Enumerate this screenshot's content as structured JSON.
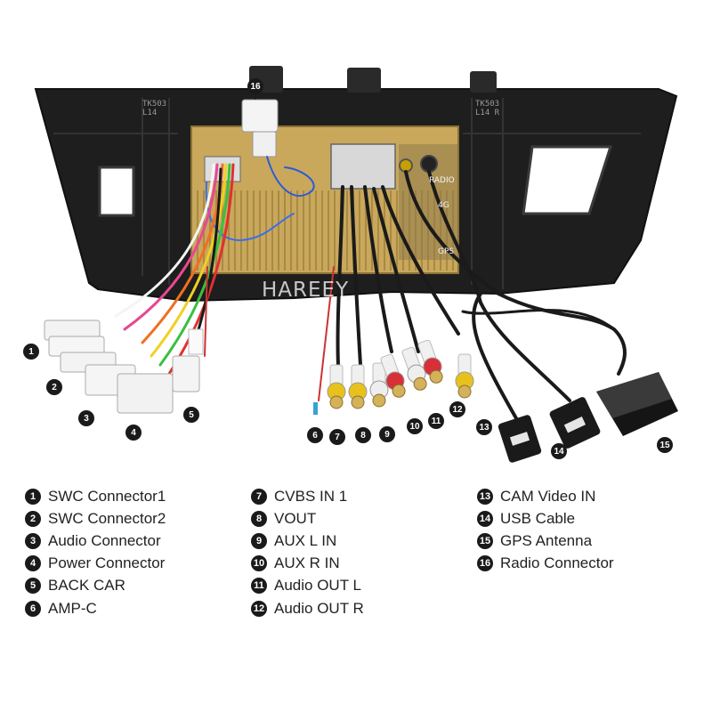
{
  "brand_watermark": "HAREEY",
  "housing_silkscreen": {
    "left": [
      "TK503",
      "L14"
    ],
    "right": [
      "TK503",
      "L14 R"
    ]
  },
  "port_labels": {
    "radio": "RADIO",
    "lte": "4G",
    "gps": "GPS"
  },
  "colors": {
    "badge": "#1a1a1a",
    "housing": "#1e1e1e",
    "heatsink": "#c9a85c",
    "rca_yellow": "#e8c21c",
    "rca_red": "#d83038",
    "rca_white": "#eeeeee"
  },
  "callouts": [
    "1",
    "2",
    "3",
    "4",
    "5",
    "6",
    "7",
    "8",
    "9",
    "10",
    "11",
    "12",
    "13",
    "14",
    "15",
    "16"
  ],
  "legend": {
    "col1": [
      {
        "num": "1",
        "label": "SWC Connector1"
      },
      {
        "num": "2",
        "label": "SWC Connector2"
      },
      {
        "num": "3",
        "label": "Audio Connector"
      },
      {
        "num": "4",
        "label": "Power Connector"
      },
      {
        "num": "5",
        "label": "BACK CAR"
      },
      {
        "num": "6",
        "label": "AMP-C"
      }
    ],
    "col2": [
      {
        "num": "7",
        "label": "CVBS IN 1"
      },
      {
        "num": "8",
        "label": "VOUT"
      },
      {
        "num": "9",
        "label": "AUX L IN"
      },
      {
        "num": "10",
        "label": "AUX R IN"
      },
      {
        "num": "11",
        "label": "Audio OUT L"
      },
      {
        "num": "12",
        "label": "Audio OUT R"
      }
    ],
    "col3": [
      {
        "num": "13",
        "label": "CAM Video IN"
      },
      {
        "num": "14",
        "label": "USB Cable"
      },
      {
        "num": "15",
        "label": "GPS Antenna"
      },
      {
        "num": "16",
        "label": "Radio Connector"
      }
    ]
  }
}
